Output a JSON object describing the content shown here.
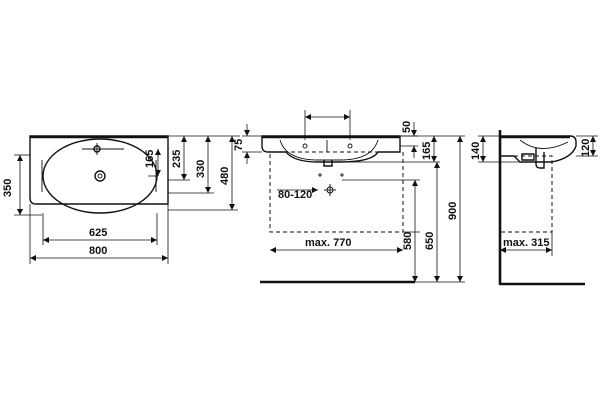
{
  "plan_view": {
    "dims": {
      "width_total": "800",
      "width_inner": "625",
      "depth_total": "350",
      "d_165": "165",
      "d_235": "235",
      "d_330": "330",
      "d_480": "480"
    }
  },
  "front_view": {
    "dims": {
      "d_75": "75",
      "d_50": "50",
      "d_165": "165",
      "tap_spacing": "80-120",
      "max_width": "max. 770",
      "d_580": "580",
      "d_650": "650",
      "d_900": "900"
    }
  },
  "side_view": {
    "dims": {
      "d_140": "140",
      "d_120": "120",
      "max_depth": "max. 315"
    }
  }
}
